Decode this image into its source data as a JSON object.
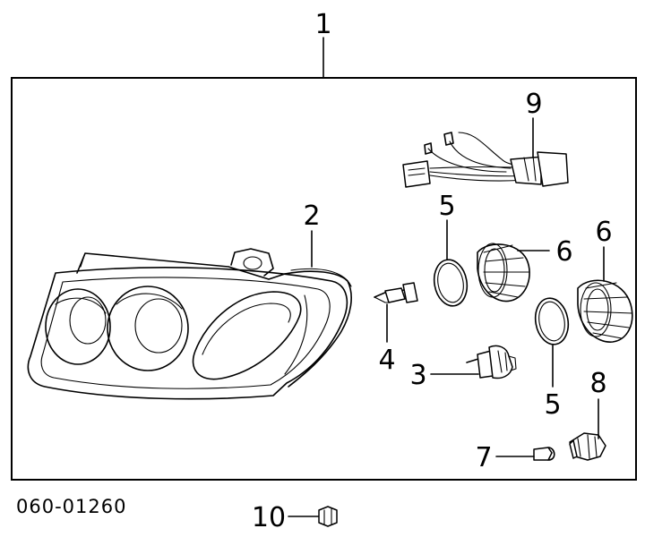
{
  "diagram": {
    "callouts": {
      "c1": "1",
      "c2": "2",
      "c3": "3",
      "c4": "4",
      "c5a": "5",
      "c5b": "5",
      "c6a": "6",
      "c6b": "6",
      "c7": "7",
      "c8": "8",
      "c9": "9",
      "c10": "10"
    },
    "diagram_code": "060-01260"
  }
}
